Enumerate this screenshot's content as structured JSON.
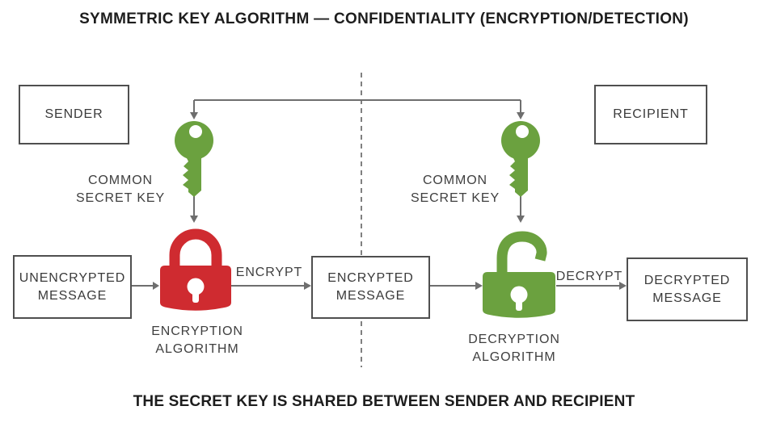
{
  "title": "SYMMETRIC KEY ALGORITHM — CONFIDENTIALITY (ENCRYPTION/DETECTION)",
  "caption": "THE SECRET KEY IS SHARED BETWEEN SENDER AND RECIPIENT",
  "sender": {
    "label": "SENDER"
  },
  "recipient": {
    "label": "RECIPIENT"
  },
  "left_key": {
    "icon": "key-icon",
    "label_line1": "COMMON",
    "label_line2": "SECRET KEY"
  },
  "right_key": {
    "icon": "key-icon",
    "label_line1": "COMMON",
    "label_line2": "SECRET KEY"
  },
  "messages": {
    "unencrypted": {
      "line1": "UNENCRYPTED",
      "line2": "MESSAGE"
    },
    "encrypted": {
      "line1": "ENCRYPTED",
      "line2": "MESSAGE"
    },
    "decrypted": {
      "line1": "DECRYPTED",
      "line2": "MESSAGE"
    }
  },
  "locks": {
    "encryption": {
      "icon": "closed-padlock-icon",
      "color": "#cf2b30",
      "label_line1": "ENCRYPTION",
      "label_line2": "ALGORITHM"
    },
    "decryption": {
      "icon": "open-padlock-icon",
      "color": "#6ba13f",
      "label_line1": "DECRYPTION",
      "label_line2": "ALGORITHM"
    }
  },
  "flows": {
    "encrypt": "ENCRYPT",
    "decrypt": "DECRYPT"
  },
  "colors": {
    "key_green": "#6ba13f",
    "lock_red": "#cf2b30",
    "lock_green": "#6ba13f",
    "connector_gray": "#6e6e6e",
    "dashed_divider": "#808080",
    "box_border": "#4f4f4f",
    "text": "#303030",
    "background": "#ffffff"
  }
}
